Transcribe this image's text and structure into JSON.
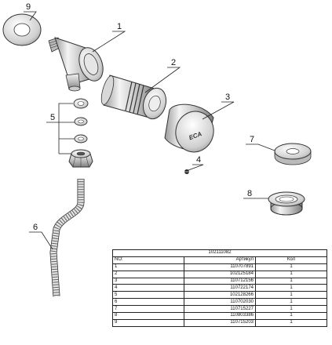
{
  "callouts": [
    "1",
    "2",
    "3",
    "4",
    "5",
    "6",
    "7",
    "8",
    "9"
  ],
  "logo_text": "ECA",
  "table": {
    "title": "102111082",
    "headers": [
      "NO:",
      "Артикул",
      "Кол"
    ],
    "rows": [
      [
        "1",
        "110707891",
        "1"
      ],
      [
        "2",
        "102125184",
        "1"
      ],
      [
        "3",
        "110712156",
        "1"
      ],
      [
        "4",
        "110722174",
        "1"
      ],
      [
        "5",
        "102128266",
        "1"
      ],
      [
        "6",
        "110702030",
        "1"
      ],
      [
        "7",
        "110715227",
        "1"
      ],
      [
        "8",
        "110803386",
        "1"
      ],
      [
        "9",
        "110715203",
        "1"
      ]
    ]
  }
}
